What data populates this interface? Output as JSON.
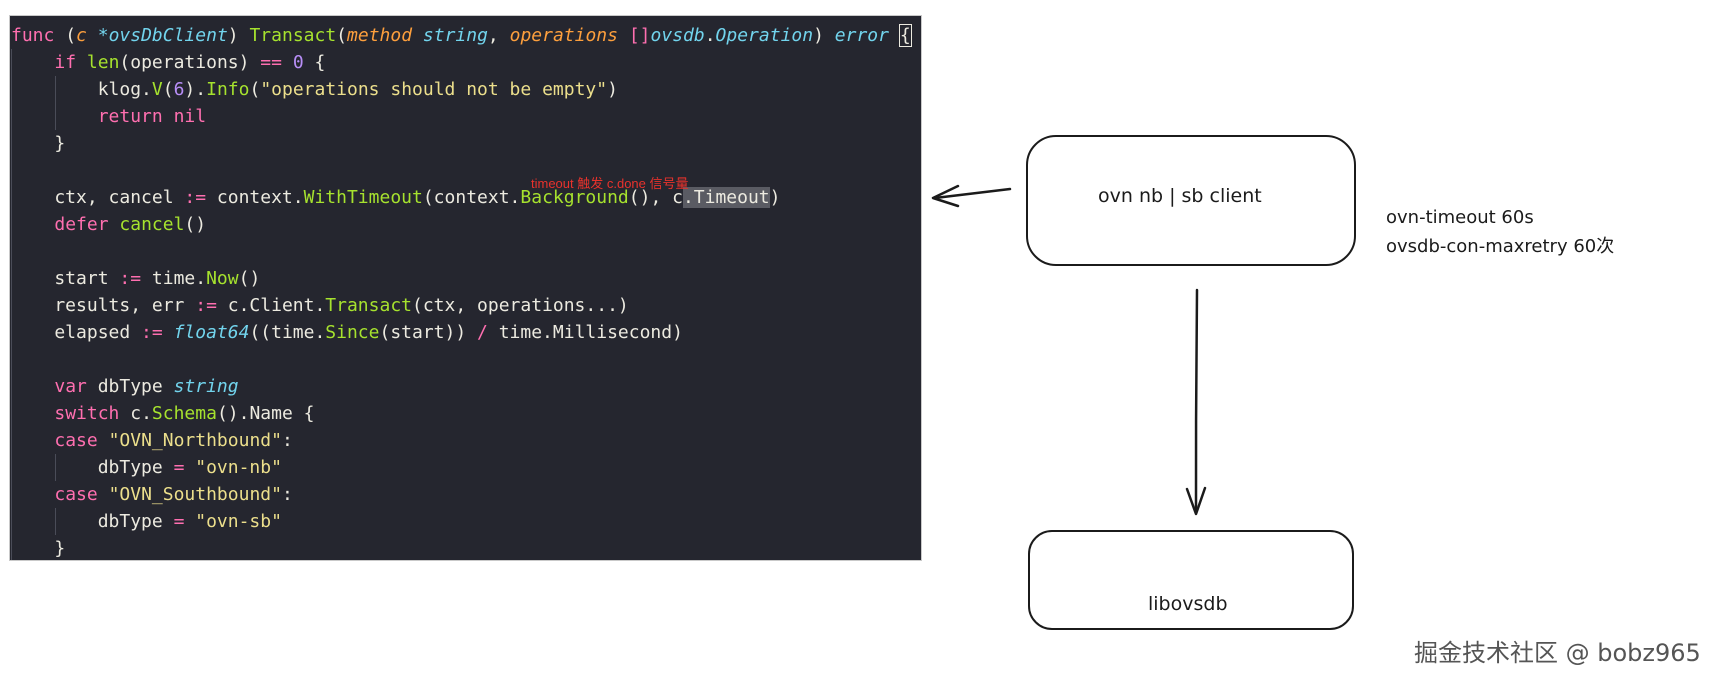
{
  "code": {
    "lines": [
      [
        [
          "kw",
          "func"
        ],
        [
          "id",
          " ("
        ],
        [
          "pr",
          "c"
        ],
        [
          "id",
          " "
        ],
        [
          "ty",
          "*ovsDbClient"
        ],
        [
          "id",
          ") "
        ],
        [
          "fn",
          "Transact"
        ],
        [
          "id",
          "("
        ],
        [
          "pr",
          "method"
        ],
        [
          "id",
          " "
        ],
        [
          "ty",
          "string"
        ],
        [
          "id",
          ", "
        ],
        [
          "pr",
          "operations"
        ],
        [
          "id",
          " "
        ],
        [
          "op",
          "[]"
        ],
        [
          "ty",
          "ovsdb"
        ],
        [
          "id",
          "."
        ],
        [
          "ty",
          "Operation"
        ],
        [
          "id",
          ") "
        ],
        [
          "ty",
          "error"
        ],
        [
          "id",
          " "
        ],
        [
          "cur",
          "{"
        ]
      ],
      [
        [
          "id",
          "    "
        ],
        [
          "kw",
          "if"
        ],
        [
          "id",
          " "
        ],
        [
          "fn",
          "len"
        ],
        [
          "id",
          "(operations) "
        ],
        [
          "op",
          "=="
        ],
        [
          "id",
          " "
        ],
        [
          "num",
          "0"
        ],
        [
          "id",
          " {"
        ]
      ],
      [
        [
          "id",
          "        klog."
        ],
        [
          "fn",
          "V"
        ],
        [
          "id",
          "("
        ],
        [
          "num",
          "6"
        ],
        [
          "id",
          ")."
        ],
        [
          "fn",
          "Info"
        ],
        [
          "id",
          "("
        ],
        [
          "str",
          "\"operations should not be empty\""
        ],
        [
          "id",
          ")"
        ]
      ],
      [
        [
          "id",
          "        "
        ],
        [
          "kw",
          "return"
        ],
        [
          "id",
          " "
        ],
        [
          "kw",
          "nil"
        ]
      ],
      [
        [
          "id",
          "    }"
        ]
      ],
      [
        [
          "id",
          ""
        ]
      ],
      [
        [
          "id",
          "    ctx, cancel "
        ],
        [
          "op",
          ":="
        ],
        [
          "id",
          " context."
        ],
        [
          "fn",
          "WithTimeout"
        ],
        [
          "id",
          "(context."
        ],
        [
          "fn",
          "Background"
        ],
        [
          "id",
          "(), c"
        ],
        [
          "hl",
          ".Timeout"
        ],
        [
          "id",
          ")"
        ]
      ],
      [
        [
          "id",
          "    "
        ],
        [
          "kw",
          "defer"
        ],
        [
          "id",
          " "
        ],
        [
          "fn",
          "cancel"
        ],
        [
          "id",
          "()"
        ]
      ],
      [
        [
          "id",
          ""
        ]
      ],
      [
        [
          "id",
          "    start "
        ],
        [
          "op",
          ":="
        ],
        [
          "id",
          " time."
        ],
        [
          "fn",
          "Now"
        ],
        [
          "id",
          "()"
        ]
      ],
      [
        [
          "id",
          "    results, err "
        ],
        [
          "op",
          ":="
        ],
        [
          "id",
          " c.Client."
        ],
        [
          "fn",
          "Transact"
        ],
        [
          "id",
          "(ctx, operations...)"
        ]
      ],
      [
        [
          "id",
          "    elapsed "
        ],
        [
          "op",
          ":="
        ],
        [
          "id",
          " "
        ],
        [
          "ty",
          "float64"
        ],
        [
          "id",
          "((time."
        ],
        [
          "fn",
          "Since"
        ],
        [
          "id",
          "(start)) "
        ],
        [
          "op",
          "/"
        ],
        [
          "id",
          " time.Millisecond)"
        ]
      ],
      [
        [
          "id",
          ""
        ]
      ],
      [
        [
          "id",
          "    "
        ],
        [
          "kw",
          "var"
        ],
        [
          "id",
          " dbType "
        ],
        [
          "ty",
          "string"
        ]
      ],
      [
        [
          "id",
          "    "
        ],
        [
          "kw",
          "switch"
        ],
        [
          "id",
          " c."
        ],
        [
          "fn",
          "Schema"
        ],
        [
          "id",
          "().Name {"
        ]
      ],
      [
        [
          "id",
          "    "
        ],
        [
          "kw",
          "case"
        ],
        [
          "id",
          " "
        ],
        [
          "str",
          "\"OVN_Northbound\""
        ],
        [
          "id",
          ":"
        ]
      ],
      [
        [
          "id",
          "        dbType "
        ],
        [
          "op",
          "="
        ],
        [
          "id",
          " "
        ],
        [
          "str",
          "\"ovn-nb\""
        ]
      ],
      [
        [
          "id",
          "    "
        ],
        [
          "kw",
          "case"
        ],
        [
          "id",
          " "
        ],
        [
          "str",
          "\"OVN_Southbound\""
        ],
        [
          "id",
          ":"
        ]
      ],
      [
        [
          "id",
          "        dbType "
        ],
        [
          "op",
          "="
        ],
        [
          "id",
          " "
        ],
        [
          "str",
          "\"ovn-sb\""
        ]
      ],
      [
        [
          "id",
          "    }"
        ]
      ]
    ],
    "annotation": "timeout 触发 c.done 信号量"
  },
  "diagram": {
    "client_box_label": "ovn nb | sb client",
    "lib_box_label": "libovsdb",
    "note_timeout": "ovn-timeout 60s",
    "note_retry": "ovsdb-con-maxretry 60次"
  },
  "watermark": "掘金技术社区 @ bobz965",
  "colors": {
    "editor_background": "#25262f",
    "keyword": "#ff6fb0",
    "function": "#a6e22e",
    "type": "#72d4ed",
    "parameter": "#fd9f3d",
    "string": "#ecdf8c",
    "number": "#b88ef7",
    "annotation": "#e8322c"
  }
}
